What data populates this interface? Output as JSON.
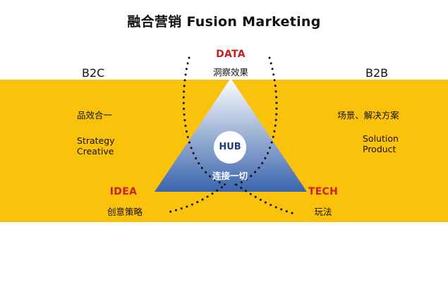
{
  "title": "融合营销 Fusion Marketing",
  "segments": {
    "left": "B2C",
    "right": "B2B"
  },
  "nodes": {
    "data": {
      "keyword": "DATA",
      "caption": "洞察效果"
    },
    "idea": {
      "keyword": "IDEA",
      "caption": "创意策略"
    },
    "tech": {
      "keyword": "TECH",
      "caption": "玩法"
    },
    "hub": {
      "label": "HUB",
      "caption": "连接一切"
    }
  },
  "left_panel": {
    "line1": "品效合一",
    "line2": "Strategy",
    "line3": "Creative"
  },
  "right_panel": {
    "line1": "场景、解决方案",
    "line2": "Solution",
    "line3": "Product"
  },
  "colors": {
    "band": "#fbc20c",
    "triangle_top": "#ffffff",
    "triangle_bottom": "#3a64ac",
    "keyword": "#c8201e",
    "hub_text": "#1f3e7a",
    "dots": "#111111"
  }
}
